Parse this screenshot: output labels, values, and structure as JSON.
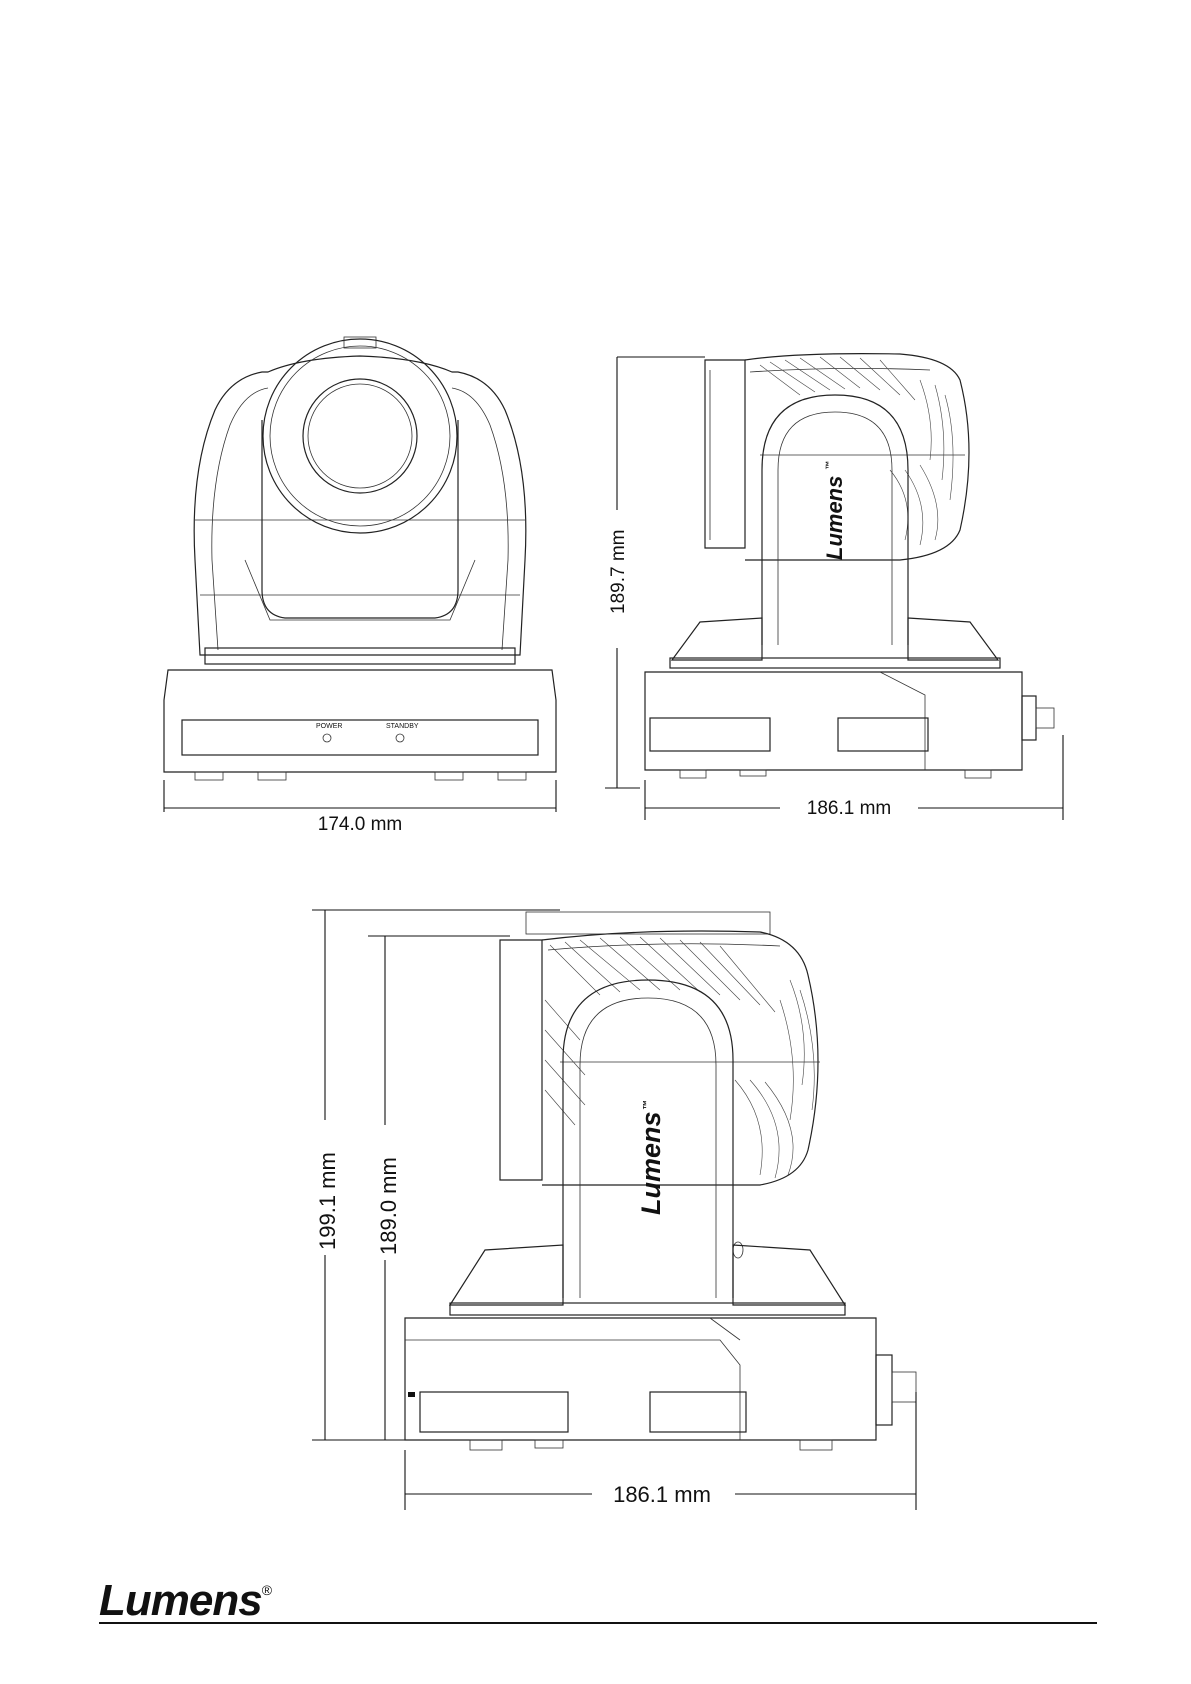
{
  "front_view": {
    "width_label": "174.0 mm",
    "power_label": "POWER",
    "standby_label": "STANDBY"
  },
  "side_view_upper": {
    "height_label": "189.7 mm",
    "depth_label": "186.1 mm",
    "body_logo": "Lumens",
    "body_logo_mark": "™"
  },
  "side_view_lower": {
    "total_height_label": "199.1 mm",
    "body_height_label": "189.0 mm",
    "depth_label": "186.1 mm",
    "body_logo": "Lumens",
    "body_logo_mark": "™"
  },
  "footer": {
    "brand": "Lumens",
    "brand_mark": "®"
  }
}
